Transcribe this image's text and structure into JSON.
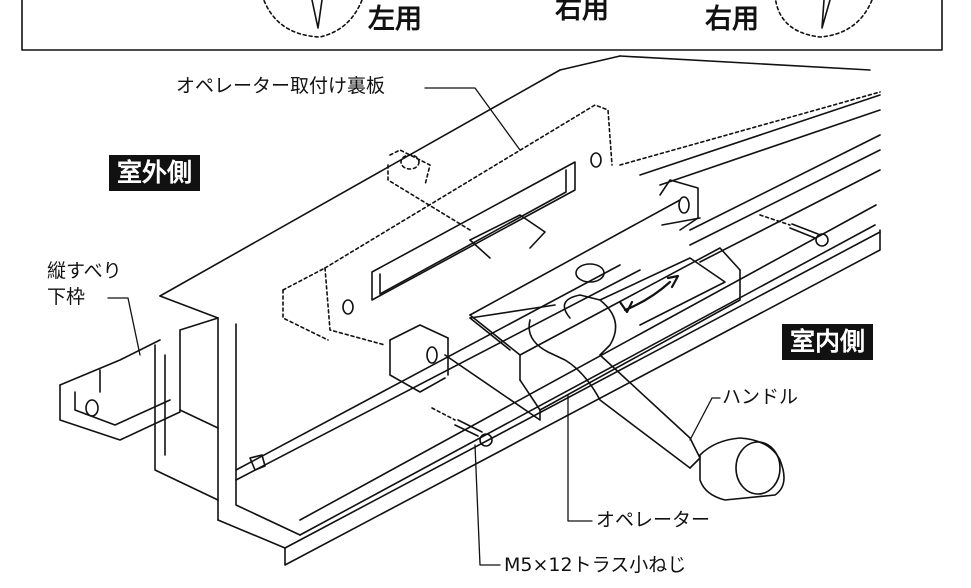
{
  "top_panel": {
    "label_left": "左用",
    "label_mid": "右用",
    "label_right": "右用"
  },
  "labels": {
    "backing_plate": "オペレーター取付け裏板",
    "exterior": "室外側",
    "interior": "室内側",
    "frame_line1": "縦すべり",
    "frame_line2": "下枠",
    "handle": "ハンドル",
    "operator": "オペレーター",
    "screw": "M5×12トラス小ねじ"
  }
}
